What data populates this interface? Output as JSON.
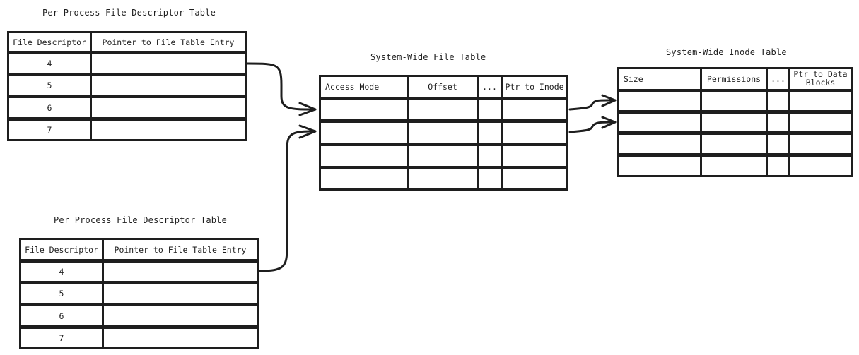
{
  "fd_table_1": {
    "title": "Per Process File Descriptor Table",
    "headers": [
      "File Descriptor",
      "Pointer to File Table Entry"
    ],
    "rows": [
      "4",
      "5",
      "6",
      "7"
    ]
  },
  "fd_table_2": {
    "title": "Per Process File Descriptor Table",
    "headers": [
      "File Descriptor",
      "Pointer to File Table Entry"
    ],
    "rows": [
      "4",
      "5",
      "6",
      "7"
    ]
  },
  "file_table": {
    "title": "System-Wide File Table",
    "headers": [
      "Access Mode",
      "Offset",
      "...",
      "Ptr to Inode"
    ]
  },
  "inode_table": {
    "title": "System-Wide Inode Table",
    "headers": [
      "Size",
      "Permissions",
      "...",
      "Ptr to Data Blocks"
    ]
  },
  "colors": {
    "stroke": "#1e1e1e",
    "background": "#ffffff"
  }
}
